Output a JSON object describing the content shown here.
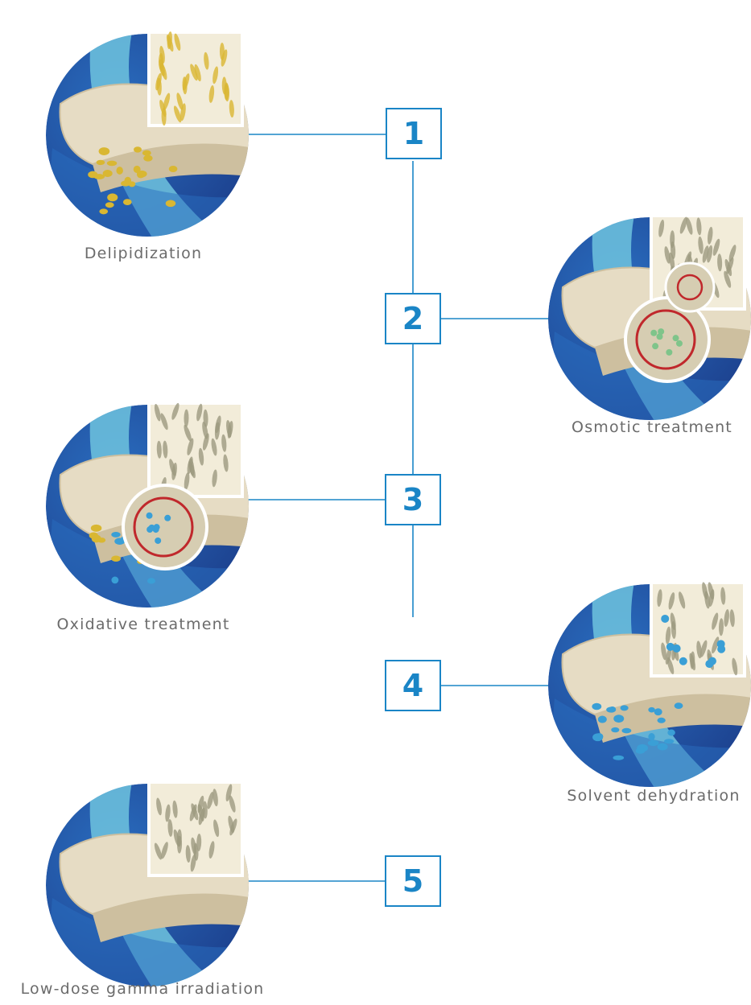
{
  "steps": [
    {
      "number": "1",
      "label": "Delipidization",
      "particles": "yellow"
    },
    {
      "number": "2",
      "label": "Osmotic treatment",
      "particles": "none"
    },
    {
      "number": "3",
      "label": "Oxidative treatment",
      "particles": "mixed"
    },
    {
      "number": "4",
      "label": "Solvent dehydration",
      "particles": "blue"
    },
    {
      "number": "5",
      "label": "Low-dose gamma irradiation",
      "particles": "none"
    }
  ],
  "colors": {
    "accent": "#1a85c6",
    "label_text": "#6b6b6b",
    "disc_dark": "#1c3f8c",
    "disc_mid": "#2a6dbf",
    "disc_light": "#6fc3de",
    "bone": "#e6dcc4",
    "bone_edge": "#cdbf9f",
    "yellow_particle": "#d9b732",
    "blue_particle": "#3a9fd6",
    "red_ring": "#c0282c"
  }
}
